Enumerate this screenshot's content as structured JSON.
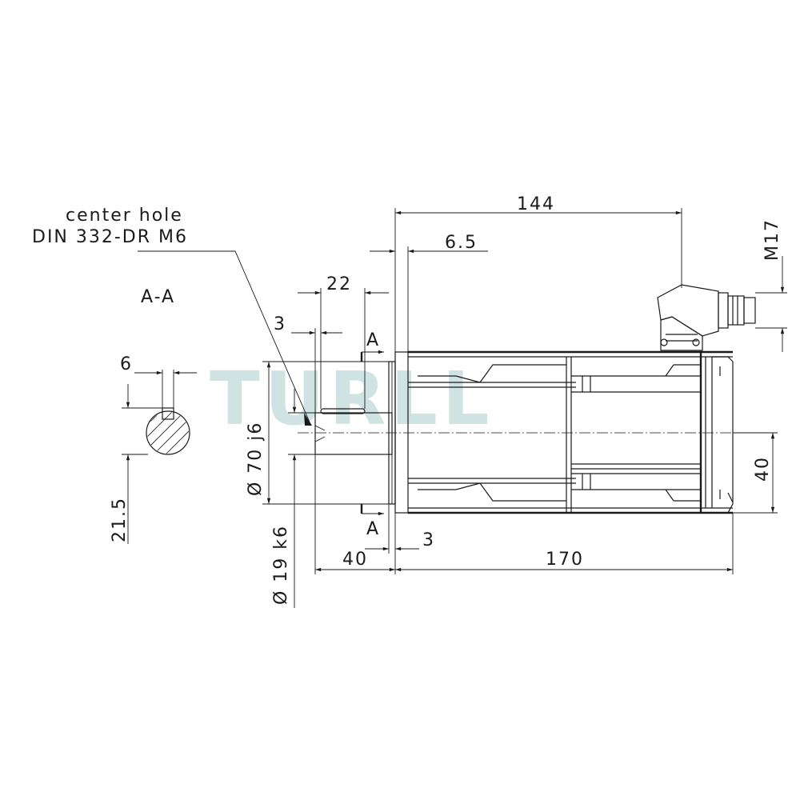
{
  "note": {
    "line1": "center hole",
    "line2": "DIN 332-DR M6"
  },
  "section": {
    "title": "A-A",
    "key_width": "6",
    "key_height": "21.5"
  },
  "section_marks": {
    "top": "A",
    "bottom": "A"
  },
  "dimensions": {
    "total_length": "144",
    "flange_offset": "6.5",
    "key_length": "22",
    "key_offset": "3",
    "pilot_diameter": "Ø 70 j6",
    "shaft_diameter": "Ø 19 k6",
    "shaft_length": "40",
    "flange_thickness": "3",
    "body_length": "170",
    "connector_offset": "40",
    "connector_thread": "M17"
  },
  "watermark": "TURLL",
  "colors": {
    "line": "#1a1a1a",
    "watermark": "#cfe3e3"
  }
}
